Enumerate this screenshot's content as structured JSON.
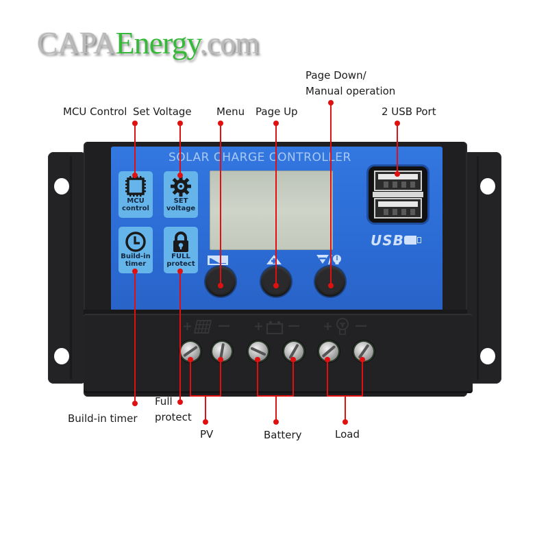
{
  "watermark": {
    "part1": "CAPA",
    "part2": "Energy",
    "part3": ".com",
    "colors": {
      "gray": "#b9b9b9",
      "green": "#38b83a"
    }
  },
  "device": {
    "panel_title": "SOLAR CHARGE CONTROLLER",
    "feature_tiles": [
      {
        "id": "mcu",
        "icon": "chip-icon",
        "line1": "MCU",
        "line2": "control"
      },
      {
        "id": "set",
        "icon": "gear-icon",
        "line1": "SET",
        "line2": "voltage"
      },
      {
        "id": "timer",
        "icon": "clock-icon",
        "line1": "Build-in",
        "line2": "timer"
      },
      {
        "id": "protect",
        "icon": "padlock-icon",
        "line1": "FULL",
        "line2": "protect"
      }
    ],
    "buttons": [
      {
        "id": "menu",
        "symbol": "menu-screen-icon"
      },
      {
        "id": "page-up",
        "symbol": "up-plus-triangle-icon"
      },
      {
        "id": "page-down",
        "symbol": "down-minus-triangle-bulb-icon"
      }
    ],
    "usb_logo": "USB",
    "terminals": [
      {
        "group": "pv",
        "symbol": "solar-panel-icon",
        "plus": "+",
        "minus": "—"
      },
      {
        "group": "battery",
        "symbol": "battery-icon",
        "plus": "+",
        "minus": "—"
      },
      {
        "group": "load",
        "symbol": "bulb-icon",
        "plus": "+",
        "minus": "—"
      }
    ],
    "colors": {
      "panel_blue": "#2d6dd6",
      "tile_blue": "#66b5ea",
      "housing": "#1f1f21",
      "lcd": "#c6ccc0",
      "leader_red": "#e01010"
    }
  },
  "callouts": {
    "mcu_control": "MCU Control",
    "set_voltage": "Set Voltage",
    "menu": "Menu",
    "page_up": "Page Up",
    "page_down_line1": "Page Down/",
    "page_down_line2": "Manual operation",
    "usb_port": "2 USB Port",
    "build_in_timer": "Build-in timer",
    "full_protect_line1": "Full",
    "full_protect_line2": "protect",
    "pv": "PV",
    "battery": "Battery",
    "load": "Load"
  }
}
